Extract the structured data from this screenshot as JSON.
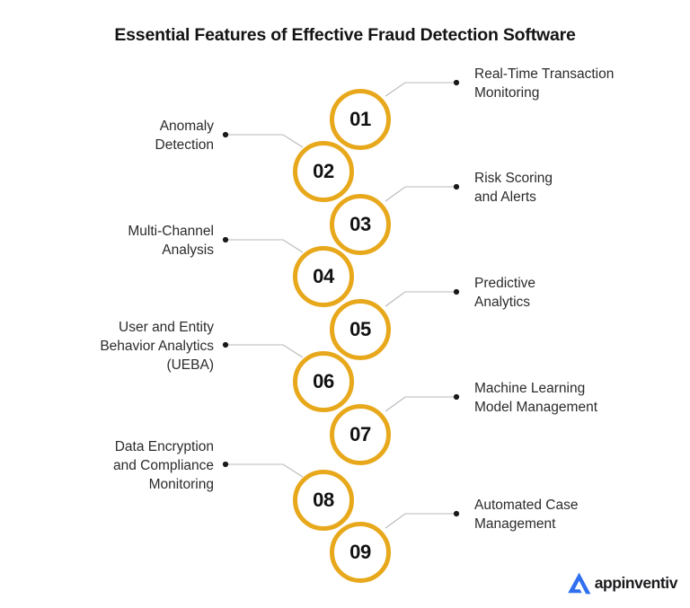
{
  "title": "Essential Features of Effective Fraud Detection Software",
  "colors": {
    "circle_ring": "#e8a81c",
    "number_text": "#121212",
    "label_text": "#2b2b2b",
    "connector": "#b9b9b9",
    "connector_dot": "#1a1a1a",
    "logo_blue": "#2f6ff0",
    "background": "#ffffff"
  },
  "steps": [
    {
      "number": "01",
      "label": "Real-Time Transaction\nMonitoring",
      "side": "right"
    },
    {
      "number": "02",
      "label": "Anomaly\nDetection",
      "side": "left"
    },
    {
      "number": "03",
      "label": "Risk Scoring\nand Alerts",
      "side": "right"
    },
    {
      "number": "04",
      "label": "Multi-Channel\nAnalysis",
      "side": "left"
    },
    {
      "number": "05",
      "label": "Predictive\nAnalytics",
      "side": "right"
    },
    {
      "number": "06",
      "label": "User and Entity\nBehavior Analytics\n(UEBA)",
      "side": "left"
    },
    {
      "number": "07",
      "label": "Machine Learning\nModel Management",
      "side": "right"
    },
    {
      "number": "08",
      "label": "Data Encryption\nand Compliance\nMonitoring",
      "side": "left"
    },
    {
      "number": "09",
      "label": "Automated Case\nManagement",
      "side": "right"
    }
  ],
  "logo": {
    "mark": "appinventiv-a-mark-icon",
    "text": "appinventiv"
  }
}
